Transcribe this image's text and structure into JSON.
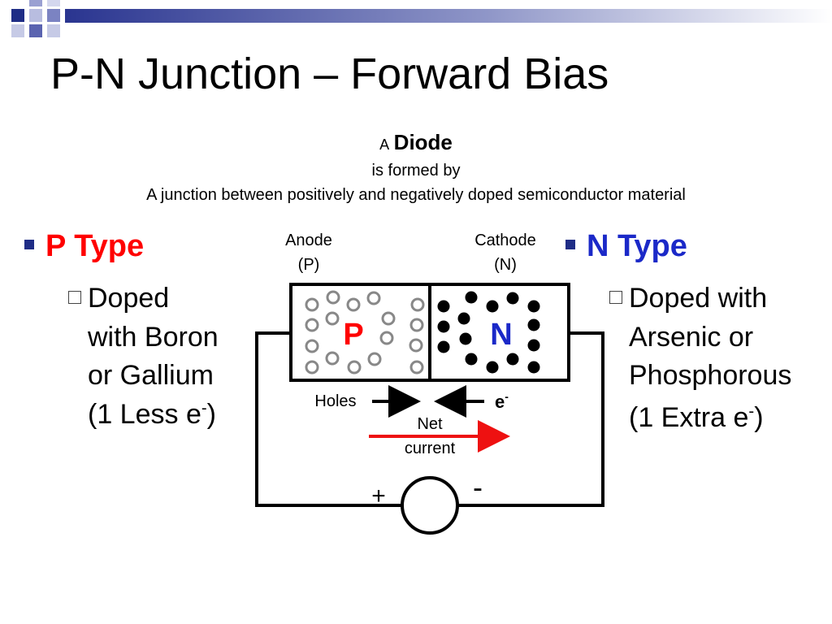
{
  "title": "P-N Junction – Forward Bias",
  "intro": {
    "line1_small": "A",
    "line1_big": "Diode",
    "line2": "is formed by",
    "line3": "A junction between positively and negatively doped semiconductor material"
  },
  "left_bullet": {
    "heading": "P Type",
    "lines": [
      "Doped",
      "with Boron",
      "or Gallium"
    ],
    "charge_prefix": "(1 Less e",
    "charge_sup": "-",
    "charge_suffix": ")"
  },
  "right_bullet": {
    "heading": "N Type",
    "lines": [
      "Doped with",
      "Arsenic or",
      "Phosphorous"
    ],
    "charge_prefix": "(1 Extra e",
    "charge_sup": "-",
    "charge_suffix": ")"
  },
  "diagram": {
    "anode_label": "Anode",
    "anode_sub": "(P)",
    "cathode_label": "Cathode",
    "cathode_sub": "(N)",
    "p_label": "P",
    "n_label": "N",
    "holes_label": "Holes",
    "electron_label": "e",
    "electron_sup": "-",
    "net_label": "Net",
    "current_label": "current",
    "plus_label": "+",
    "minus_label": "-"
  },
  "colors": {
    "p_type": "#ff0000",
    "n_type": "#1b29c8",
    "bullet": "#1f2d86",
    "net_current_arrow": "#ee1111",
    "hole": "#888888"
  }
}
